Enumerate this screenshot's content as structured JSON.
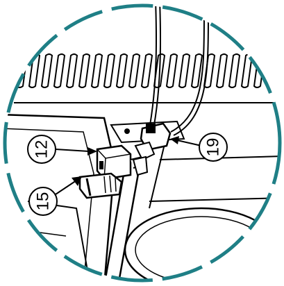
{
  "diagram": {
    "callouts": [
      {
        "id": "callout-12",
        "label": "12",
        "points_to": "connector-block"
      },
      {
        "id": "callout-15",
        "label": "15",
        "points_to": "plug-housing"
      },
      {
        "id": "callout-19",
        "label": "19",
        "points_to": "cable-clip"
      }
    ],
    "colors": {
      "detail_border": "#1f7f86",
      "line": "#000000",
      "background": "#ffffff"
    }
  }
}
